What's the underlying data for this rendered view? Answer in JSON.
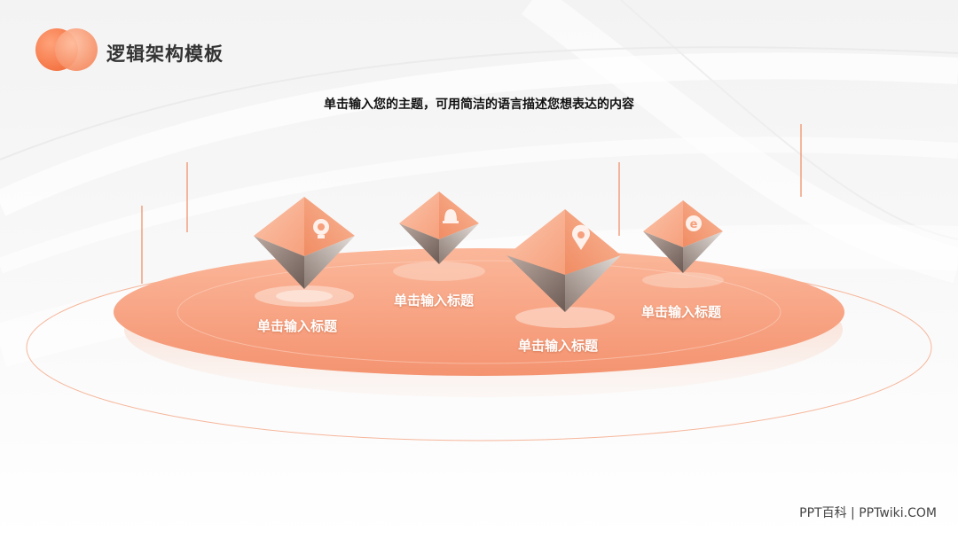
{
  "header": {
    "title": "逻辑架构模板",
    "subtitle": "单击输入您的主题，可用简洁的语言描述您想表达的内容"
  },
  "items": [
    {
      "label": "单击输入标题",
      "icon": "bulb-icon"
    },
    {
      "label": "单击输入标题",
      "icon": "bell-icon"
    },
    {
      "label": "单击输入标题",
      "icon": "location-pin-icon"
    },
    {
      "label": "单击输入标题",
      "icon": "browser-e-icon"
    }
  ],
  "footer": {
    "text": "PPT百科 | PPTwiki.COM"
  },
  "colors": {
    "accent": "#f37a4c",
    "platform": "#f6a98a",
    "text_dark": "#333333"
  }
}
